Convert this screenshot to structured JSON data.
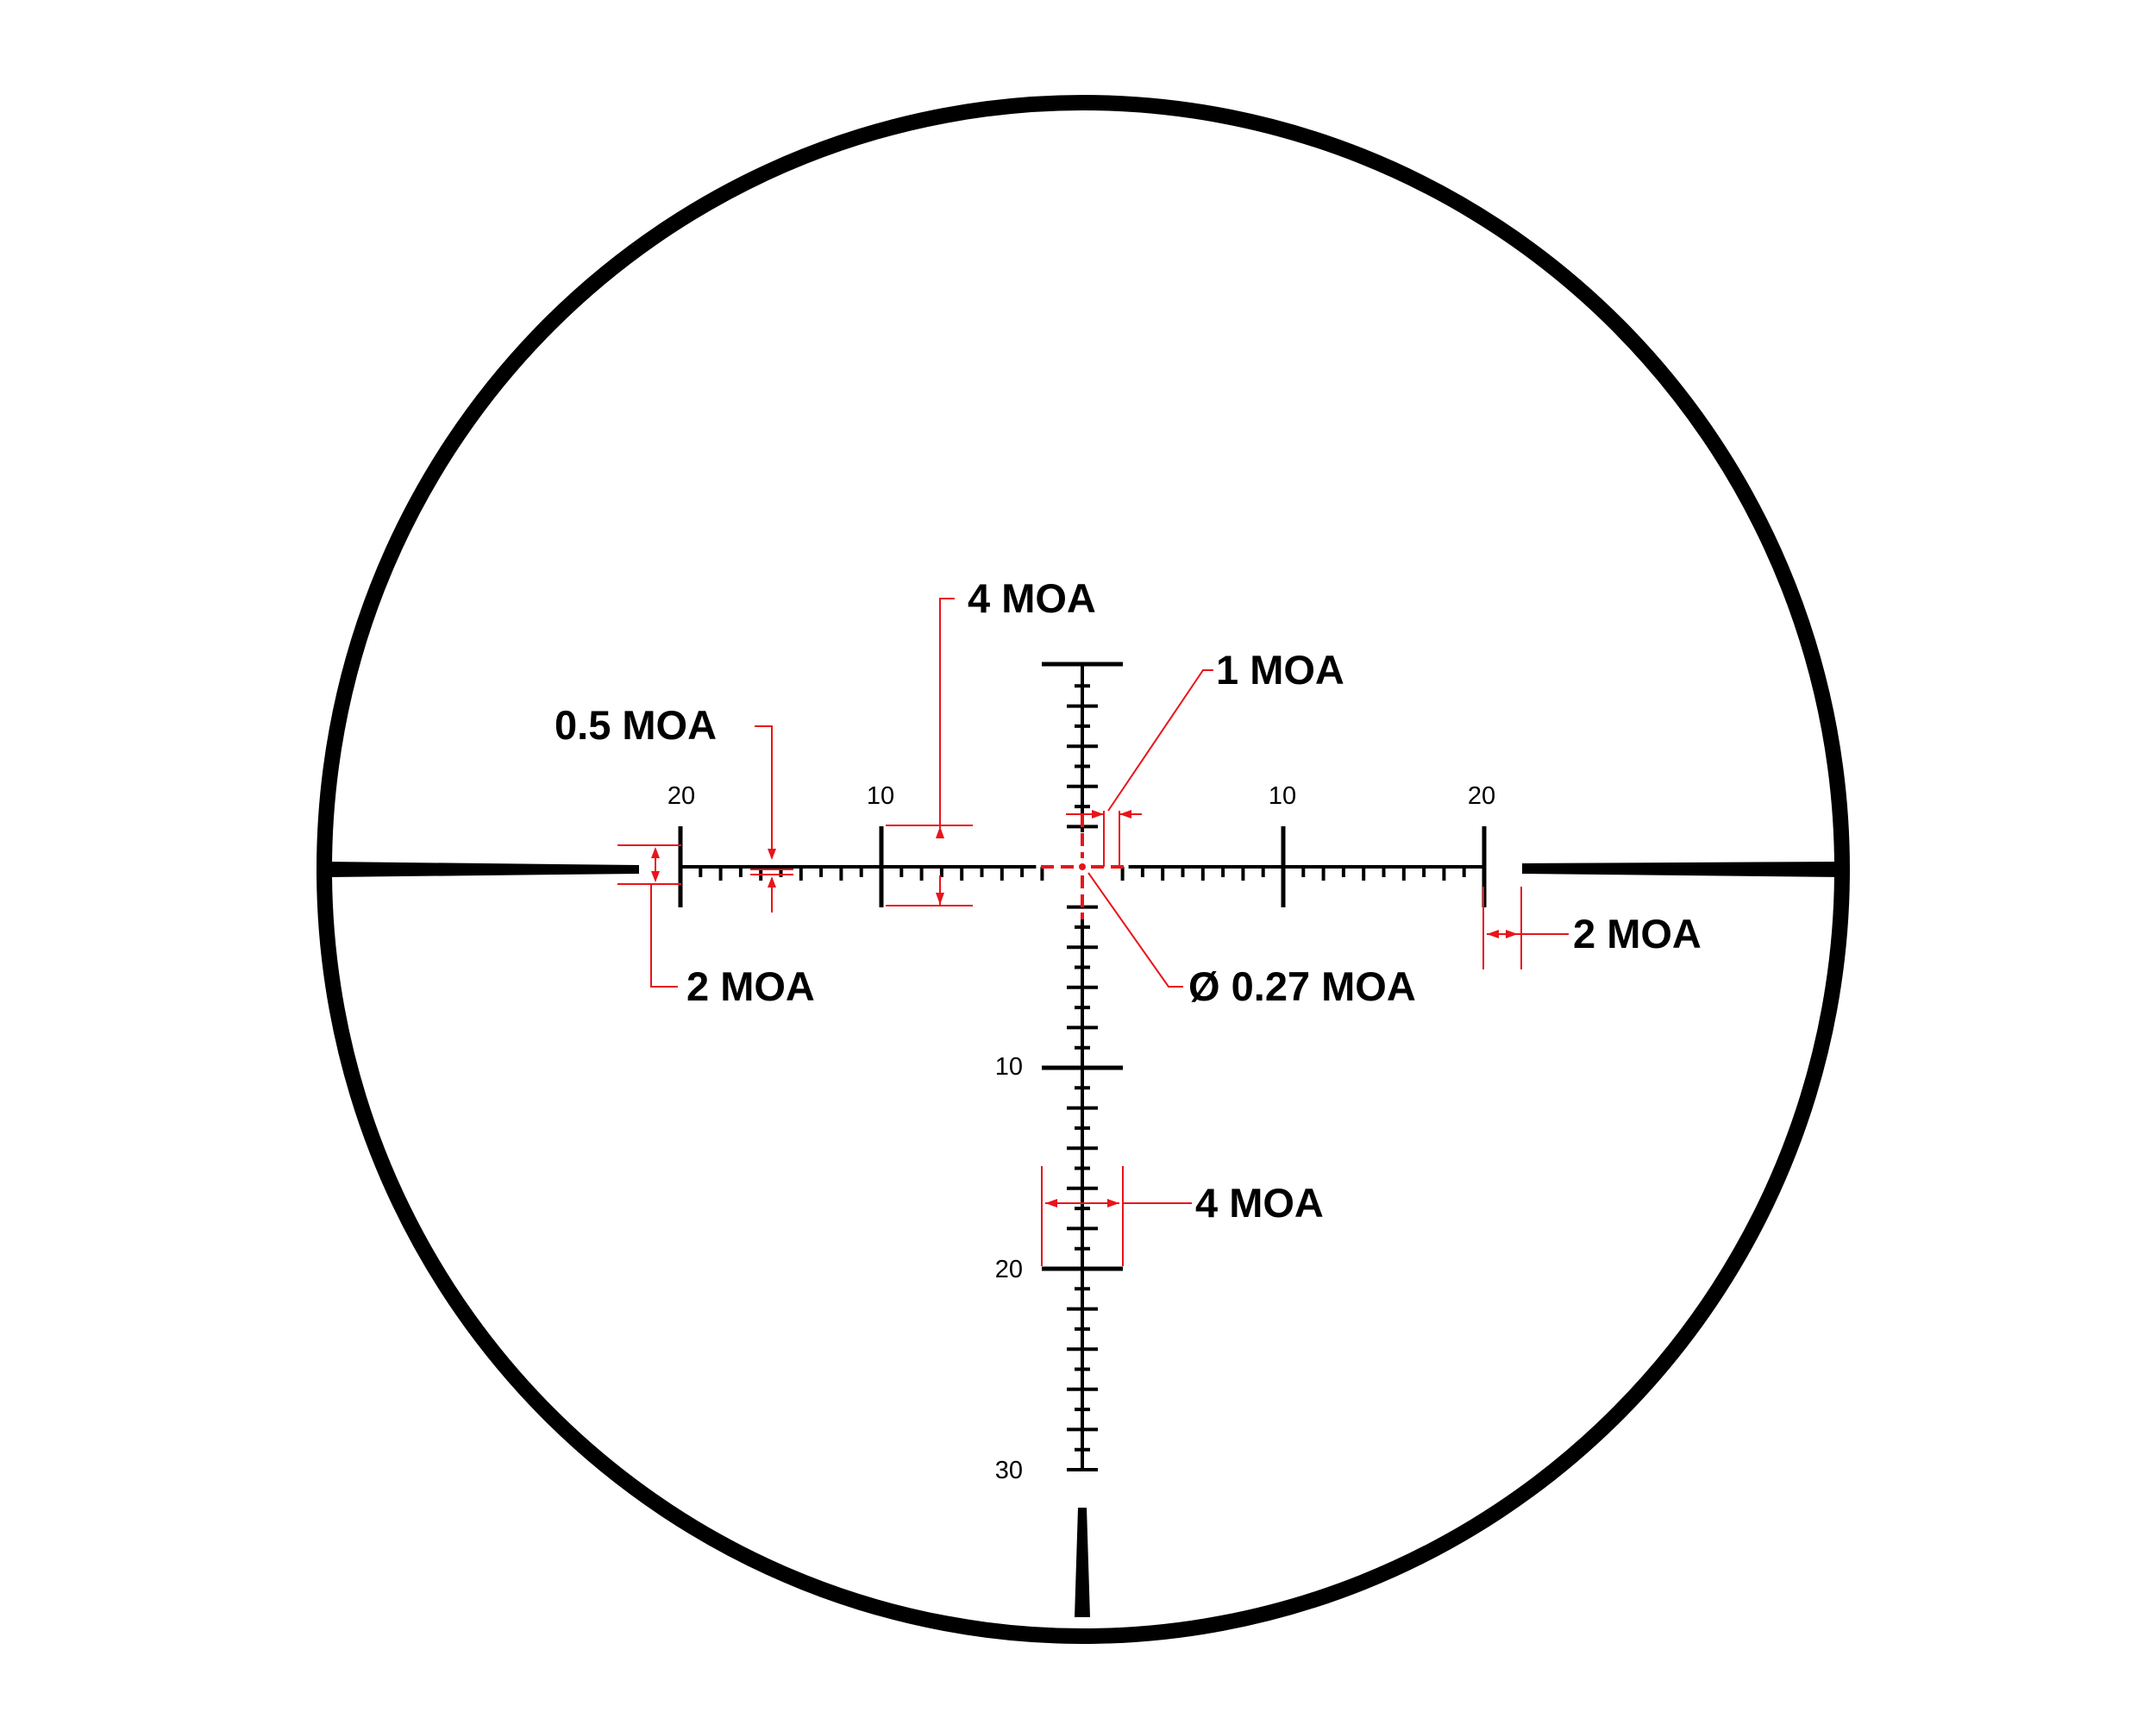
{
  "colors": {
    "reticle": "#000000",
    "annotation": "#e8141b",
    "background": "#ffffff"
  },
  "scale_labels": {
    "left_20": "20",
    "left_10": "10",
    "right_10": "10",
    "right_20": "20",
    "down_10": "10",
    "down_20": "20",
    "down_30": "30"
  },
  "annotations": {
    "hash_height": "0.5 MOA",
    "major_tick_height": "4 MOA",
    "center_gap": "1 MOA",
    "left_post_height": "2 MOA",
    "center_dot": "Ø 0.27 MOA",
    "right_gap": "2 MOA",
    "vertical_major_width": "4 MOA"
  }
}
